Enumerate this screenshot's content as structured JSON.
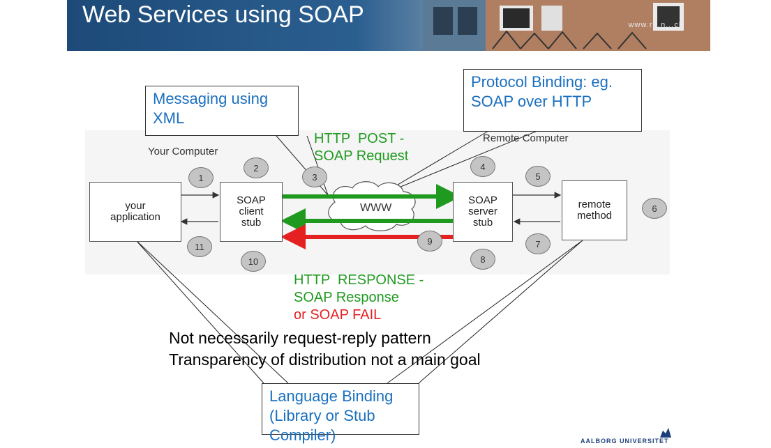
{
  "slide": {
    "title": "Web Services using SOAP",
    "banner_url": "www.r...n...ch"
  },
  "diagram": {
    "your_computer": "Your Computer",
    "remote_computer": "Remote Computer",
    "your_application": [
      "your",
      "application"
    ],
    "client_stub": [
      "SOAP",
      "client",
      "stub"
    ],
    "cloud": "WWW",
    "server_stub": [
      "SOAP",
      "server",
      "stub"
    ],
    "remote_method": [
      "remote",
      "method"
    ],
    "steps": [
      "1",
      "2",
      "3",
      "4",
      "5",
      "6",
      "7",
      "8",
      "9",
      "10",
      "11"
    ]
  },
  "callouts": {
    "messaging": [
      "Messaging using",
      "XML"
    ],
    "protocol": [
      "Protocol Binding: eg.",
      "SOAP over HTTP"
    ],
    "language": [
      "Language Binding",
      "(Library or Stub",
      "Compiler)"
    ]
  },
  "http_post": [
    "HTTP  POST -",
    "SOAP Request"
  ],
  "http_response": [
    "HTTP  RESPONSE -",
    "SOAP Response"
  ],
  "soap_fail": "or SOAP FAIL",
  "notes": [
    "Not necessarily request-reply pattern",
    "Transparency of distribution not a main goal"
  ],
  "logo": {
    "text": "AALBORG UNIVERSITET",
    "icon": "aau-seal-icon"
  },
  "colors": {
    "request": "#1f9a1f",
    "fail": "#e52020",
    "callout_text": "#1a6fbf"
  }
}
